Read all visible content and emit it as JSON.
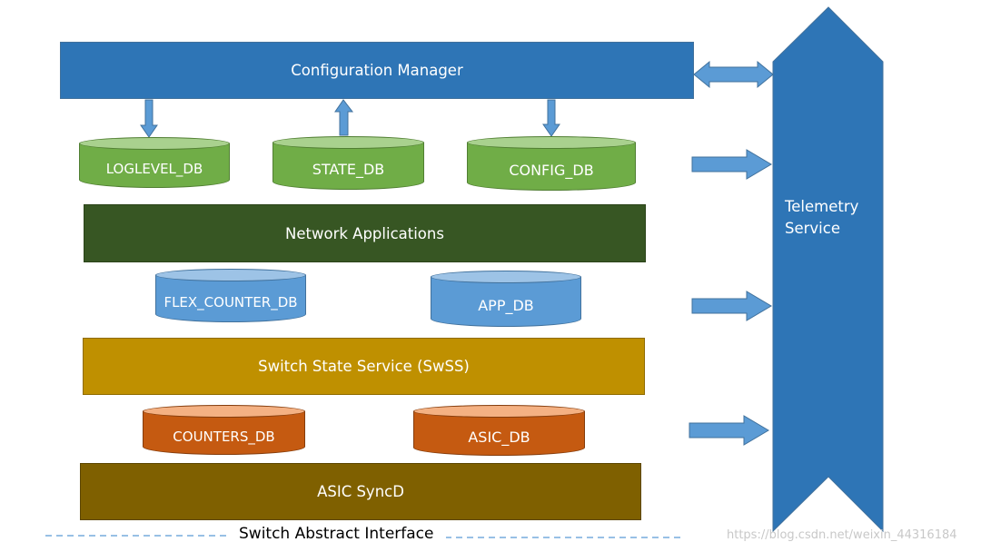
{
  "config_manager": {
    "label": "Configuration Manager"
  },
  "db_row1": [
    {
      "label": "LOGLEVEL_DB"
    },
    {
      "label": "STATE_DB"
    },
    {
      "label": "CONFIG_DB"
    }
  ],
  "network_apps": {
    "label": "Network Applications"
  },
  "db_row2": [
    {
      "label": "FLEX_COUNTER_DB"
    },
    {
      "label": "APP_DB"
    }
  ],
  "swss": {
    "label": "Switch State Service  (SwSS)"
  },
  "db_row3": [
    {
      "label": "COUNTERS_DB"
    },
    {
      "label": "ASIC_DB"
    }
  ],
  "asic_syncd": {
    "label": "ASIC SyncD"
  },
  "telemetry": {
    "line1": "Telemetry",
    "line2": "Service"
  },
  "sai": {
    "label": "Switch Abstract Interface"
  },
  "watermark": {
    "text": "https://blog.csdn.net/weixin_44316184"
  },
  "colors": {
    "config_manager": "#2e75b6",
    "network_apps": "#375623",
    "swss": "#bf9000",
    "asic_syncd": "#7f6000",
    "telemetry": "#2e75b6",
    "db_green": "#70ad47",
    "db_blue": "#5b9bd5",
    "db_orange": "#c55a11"
  }
}
